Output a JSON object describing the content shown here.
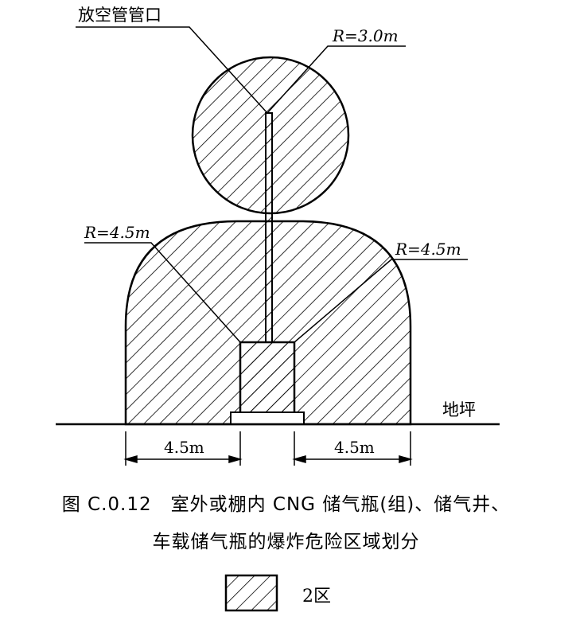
{
  "labels": {
    "vent_outlet": "放空管管口",
    "radius_top": "R=3.0m",
    "radius_left": "R=4.5m",
    "radius_right": "R=4.5m",
    "ground": "地坪",
    "dim_left": "4.5m",
    "dim_right": "4.5m"
  },
  "caption": {
    "line1": "图 C.0.12　室外或棚内 CNG 储气瓶(组)、储气井、",
    "line2": "车载储气瓶的爆炸危险区域划分"
  },
  "legend": {
    "zone_label": "2区"
  }
}
